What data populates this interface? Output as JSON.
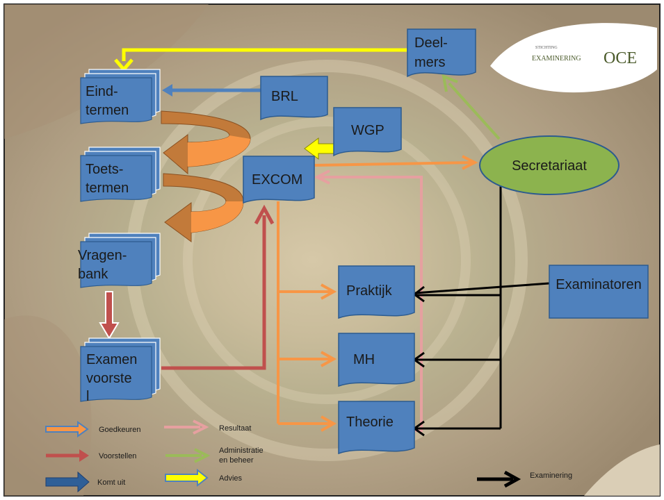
{
  "logo": {
    "small_text": "STICHTING",
    "text": "EXAMINERING",
    "brand": "OCE"
  },
  "nodes": {
    "deelmers": [
      "Deel-",
      "mers"
    ],
    "eindtermen": [
      "Eind-",
      "termen"
    ],
    "brl": "BRL",
    "wgp": "WGP",
    "toetstermen": [
      "Toets-",
      "termen"
    ],
    "excom": "EXCOM",
    "secretariaat": "Secretariaat",
    "vragenbank": [
      "Vragen-",
      "bank"
    ],
    "praktijk": "Praktijk",
    "examinatoren": "Examinatoren",
    "examenvoorstel": [
      "Examen",
      "voorste",
      "l"
    ],
    "mh": "MH",
    "theorie": "Theorie"
  },
  "legend": {
    "goedkeuren": "Goedkeuren",
    "voorstellen": "Voorstellen",
    "komt_uit": "Komt uit",
    "resultaat": "Resultaat",
    "administratie": [
      "Administratie",
      "en beheer"
    ],
    "advies": "Advies",
    "examinering": "Examinering"
  },
  "colors": {
    "box_fill": "#4f81bd",
    "box_stroke": "#2c5b8f",
    "secretariaat_fill": "#8cb34e",
    "goedkeuren": "#f79646",
    "voorstellen": "#c0504d",
    "komt_uit": "#4f81bd",
    "resultaat": "#e6a0a0",
    "administratie": "#9bbb59",
    "advies": "#ffff00",
    "examinering": "#000000",
    "brown": "#c27a3a"
  }
}
